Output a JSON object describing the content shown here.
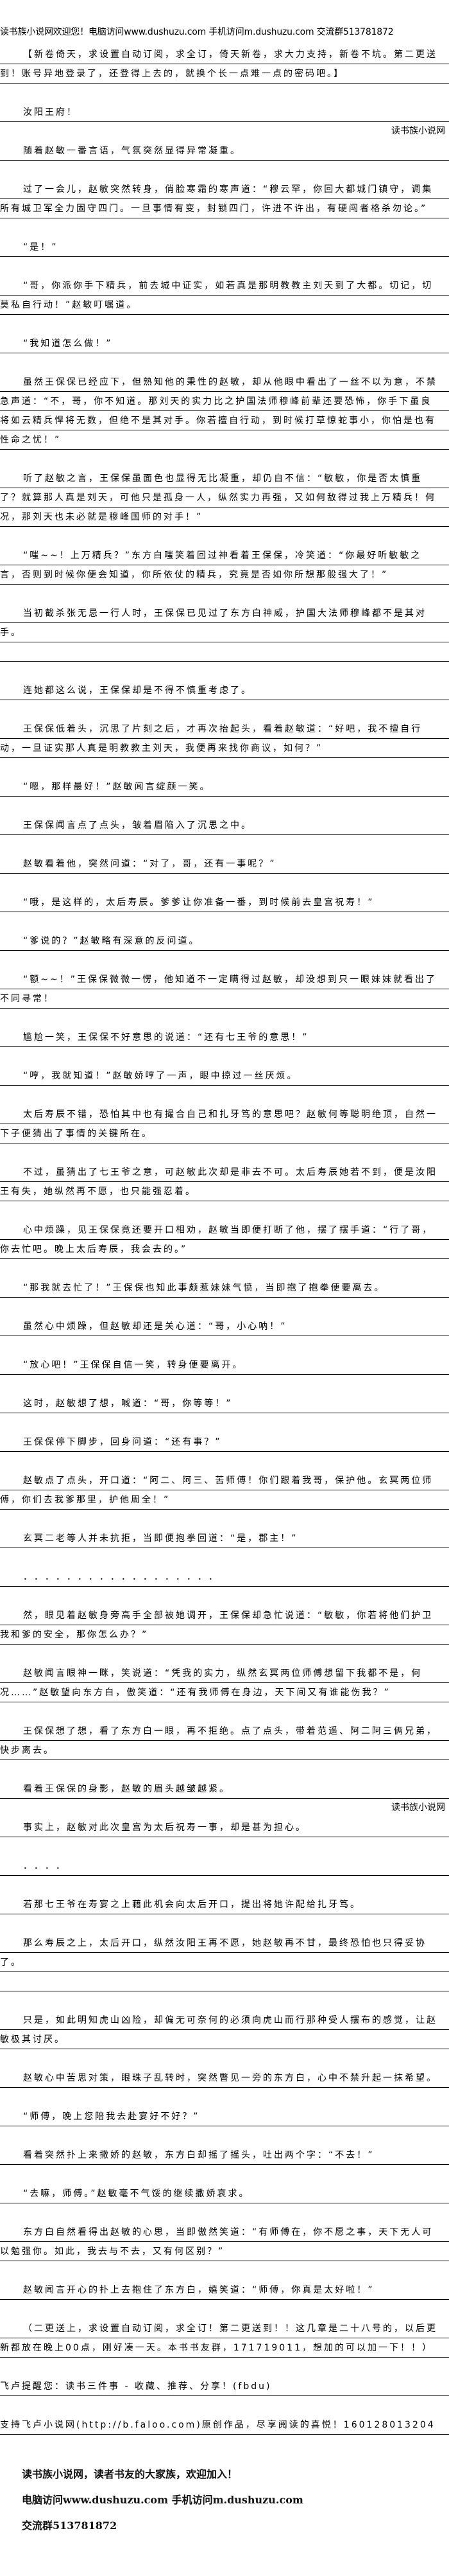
{
  "header": "读书族小说网欢迎您！电脑访问www.dushuzu.com 手机访问m.dushuzu.com 交流群513781872",
  "watermark": "读书族小说网",
  "items": [
    {
      "t": "p",
      "text": "【新卷倚天，求设置自动订阅，求全订，倚天新卷，求大力支持，新卷不坑。第二更送到！账号异地登录了，还登得上去的，就换个长一点难一点的密码吧。】"
    },
    {
      "t": "p",
      "text": "汝阳王府！"
    },
    {
      "t": "w"
    },
    {
      "t": "p",
      "text": "随着赵敏一番言语，气氛突然显得异常凝重。"
    },
    {
      "t": "p",
      "text": "过了一会儿，赵敏突然转身，俏脸寒霜的寒声道：“穆云罕，你回大都城门镇守，调集所有城卫军全力固守四门。一旦事情有变，封锁四门，许进不许出，有硬闯者格杀勿论。”"
    },
    {
      "t": "p",
      "text": "“是！”"
    },
    {
      "t": "p",
      "text": "“哥，你派你手下精兵，前去城中证实，如若真是那明教教主刘天到了大都。切记，切莫私自行动！”赵敏叮嘱道。"
    },
    {
      "t": "p",
      "text": "“我知道怎么做！”"
    },
    {
      "t": "p",
      "text": "虽然王保保已经应下，但熟知他的秉性的赵敏，却从他眼中看出了一丝不以为意，不禁急声道：“不，哥，你不知道。那刘天的实力比之护国法师穆峰前辈还要恐怖，你手下虽良将如云精兵悍将无数，但绝不是其对手。你若擅自行动，到时候打草惊蛇事小，你怕是也有性命之忧！”"
    },
    {
      "t": "p",
      "text": "听了赵敏之言，王保保虽面色也显得无比凝重，却仍自不信：“敏敏，你是否太慎重了？就算那人真是刘天，可他只是孤身一人，纵然实力再强，又如何敌得过我上万精兵！何况，那刘天也未必就是穆峰国师的对手！”"
    },
    {
      "t": "p",
      "text": "“嗤~~！上万精兵？”东方白嗤笑着回过神看着王保保，冷笑道：“你最好听敏敏之言，否则到时候你便会知道，你所依仗的精兵，究竟是否如你所想那般强大了！”"
    },
    {
      "t": "p",
      "text": "当初截杀张无忌一行人时，王保保已见过了东方白神威，护国大法师穆峰都不是其对手。"
    },
    {
      "t": "e"
    },
    {
      "t": "p",
      "text": "连她都这么说，王保保却是不得不慎重考虑了。"
    },
    {
      "t": "p",
      "text": "王保保低着头，沉思了片刻之后，才再次抬起头，看着赵敏道：“好吧，我不擅自行动，一旦证实那人真是明教教主刘天，我便再来找你商议，如何？”"
    },
    {
      "t": "p",
      "text": "“嗯，那样最好！”赵敏闻言绽颜一笑。"
    },
    {
      "t": "p",
      "text": "王保保闻言点了点头，皱着眉陷入了沉思之中。"
    },
    {
      "t": "p",
      "text": "赵敏看着他，突然问道：“对了，哥，还有一事呢？”"
    },
    {
      "t": "p",
      "text": "“哦，是这样的，太后寿辰。爹爹让你准备一番，到时候前去皇宫祝寿！”"
    },
    {
      "t": "p",
      "text": "“爹说的？”赵敏略有深意的反问道。"
    },
    {
      "t": "p",
      "text": "“额~~！”王保保微微一愣，他知道不一定瞒得过赵敏，却没想到只一眼妹妹就看出了不同寻常！"
    },
    {
      "t": "p",
      "text": "尴尬一笑，王保保不好意思的说道：“还有七王爷的意思！”"
    },
    {
      "t": "p",
      "text": "“哼，我就知道！”赵敏娇哼了一声，眼中掠过一丝厌烦。"
    },
    {
      "t": "p",
      "text": "太后寿辰不错，恐怕其中也有撮合自己和扎牙笃的意思吧？赵敏何等聪明绝顶，自然一下子便猜出了事情的关键所在。"
    },
    {
      "t": "p",
      "text": "不过，虽猜出了七王爷之意，可赵敏此次却是非去不可。太后寿辰她若不到，便是汝阳王有失，她纵然再不愿，也只能强忍着。"
    },
    {
      "t": "p",
      "text": "心中烦躁，见王保保竟还要开口相劝，赵敏当即便打断了他，摆了摆手道：“行了哥，你去忙吧。晚上太后寿辰，我会去的。”"
    },
    {
      "t": "p",
      "text": "“那我就去忙了！”王保保也知此事颇惹妹妹气愤，当即抱了抱拳便要离去。"
    },
    {
      "t": "p",
      "text": "虽然心中烦躁，但赵敏却还是关心道：“哥，小心呐！”"
    },
    {
      "t": "p",
      "text": "“放心吧！”王保保自信一笑，转身便要离开。"
    },
    {
      "t": "p",
      "text": "这时，赵敏想了想，喊道：“哥，你等等！”"
    },
    {
      "t": "p",
      "text": "王保保停下脚步，回身问道：“还有事？”"
    },
    {
      "t": "p",
      "text": "赵敏点了点头，开口道：“阿二、阿三、苦师傅！你们跟着我哥，保护他。玄冥两位师傅，你们去我爹那里，护他周全！”"
    },
    {
      "t": "p",
      "text": "玄冥二老等人并未抗拒，当即便抱拳回道：“是，郡主！”"
    },
    {
      "t": "d",
      "text": "．．．．．．．．．．．．．．．．．．"
    },
    {
      "t": "p",
      "text": "然，眼见着赵敏身旁高手全部被她调开，王保保却急忙说道：“敏敏，你若将他们护卫我和爹的安全，那你怎么办？”"
    },
    {
      "t": "p",
      "text": "赵敏闻言眼神一眯，笑说道：“凭我的实力，纵然玄冥两位师傅想留下我都不是，何况……”赵敏望向东方白，傲笑道：“还有我师傅在身边，天下间又有谁能伤我？”"
    },
    {
      "t": "p",
      "text": "王保保想了想，看了东方白一眼，再不拒绝。点了点头，带着范遥、阿二阿三俩兄弟，快步离去。"
    },
    {
      "t": "p",
      "text": "看着王保保的身影，赵敏的眉头越皱越紧。"
    },
    {
      "t": "w"
    },
    {
      "t": "p",
      "text": "事实上，赵敏对此次皇宫为太后祝寿一事，却是甚为担心。"
    },
    {
      "t": "d",
      "text": "．．．．"
    },
    {
      "t": "p",
      "text": "若那七王爷在寿宴之上藉此机会向太后开口，提出将她许配给扎牙笃。"
    },
    {
      "t": "p",
      "text": "那么寿辰之上，太后开口，纵然汝阳王再不愿，她赵敏再不甘，最终恐怕也只得妥协了。"
    },
    {
      "t": "e"
    },
    {
      "t": "p",
      "text": "只是，如此明知虎山凶险，却偏无可奈何的必须向虎山而行那种受人摆布的感觉，让赵敏极其讨厌。"
    },
    {
      "t": "p",
      "text": "赵敏心中苦思对策，眼珠子乱转时，突然瞥见一旁的东方白，心中不禁升起一抹希望。"
    },
    {
      "t": "p",
      "text": "“师傅，晚上您陪我去赴宴好不好？”"
    },
    {
      "t": "p",
      "text": "看着突然扑上来撒娇的赵敏，东方白却摇了摇头，吐出两个字：“不去！”"
    },
    {
      "t": "p",
      "text": "“去嘛，师傅。”赵敏毫不气馁的继续撒娇哀求。"
    },
    {
      "t": "p",
      "text": "东方白自然看得出赵敏的心思，当即傲然笑道：“有师傅在，你不愿之事，天下无人可以勉强你。如此，我去与不去，又有何区别？”"
    },
    {
      "t": "p",
      "text": "赵敏闻言开心的扑上去抱住了东方白，嬉笑道：“师傅，你真是太好啦！”"
    },
    {
      "t": "p",
      "text": "（二更送上，求设置自动订阅，求全订！第二更送到！！这几章是二十八号的，以后更新都放在晚上00点，刚好凑一天。本书书友群，171719011，想加的可以加一下！！）"
    },
    {
      "t": "n",
      "text": "飞卢提醒您：读书三件事 - 收藏、推荐、分享！(fbdu)"
    },
    {
      "t": "n",
      "text": "支持飞卢小说网(http://b.faloo.com)原创作品，尽享阅读的喜悦！160128013204"
    }
  ],
  "footer": {
    "line1": "读书族小说网，读者书友的大家族，欢迎加入！",
    "line2": "电脑访问www.dushuzu.com 手机访问m.dushuzu.com",
    "line3": "交流群513781872"
  }
}
